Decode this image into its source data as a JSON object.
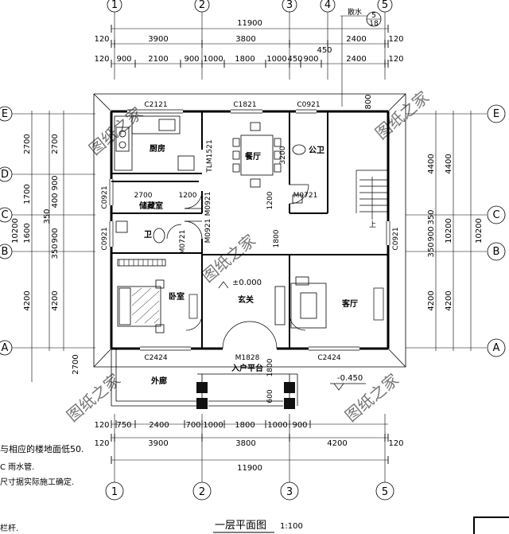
{
  "overall": {
    "top": "11900",
    "bottom": "11900",
    "left": "10200",
    "right": "10200"
  },
  "grid_axes_x": [
    "1",
    "2",
    "3",
    "4",
    "5"
  ],
  "grid_axes_y": [
    "E",
    "D",
    "C",
    "B",
    "A"
  ],
  "top_dims_row1": [
    "120",
    "3900",
    "3800",
    "2400",
    "120"
  ],
  "top_dims_row2": [
    "120",
    "900",
    "2100",
    "900",
    "1000",
    "1800",
    "1000",
    "450",
    "900",
    "2400",
    "120"
  ],
  "top_dims_extra": [
    "450"
  ],
  "bottom_dims_row1": [
    "120",
    "750",
    "2400",
    "700",
    "1000",
    "1800",
    "1000",
    "900"
  ],
  "bottom_dims_row2": [
    "120",
    "3900",
    "3800",
    "4200",
    "120"
  ],
  "left_dims": [
    "2700",
    "2700",
    "1700",
    "900",
    "400",
    "1600",
    "350",
    "900",
    "350",
    "4200",
    "4200",
    "2700"
  ],
  "right_dims": [
    "4400",
    "4400",
    "10200",
    "10200",
    "350",
    "900",
    "350",
    "4200",
    "4200",
    "800"
  ],
  "rooms": {
    "kitchen": "厨房",
    "dining": "餐厅",
    "public_toilet": "公卫",
    "storage": "储藏室",
    "toilet": "卫",
    "bedroom": "卧室",
    "foyer": "玄关",
    "living": "客厅",
    "veranda": "外廊",
    "entrance_platform": "入户平台"
  },
  "openings": {
    "w_kitchen": "C2121",
    "w_dining": "C1821",
    "w_wc": "C0921",
    "w_storage": "C0921",
    "w_toilet": "C0921",
    "w_living_side": "C0921",
    "w_bedroom": "C2424",
    "w_living": "C2424",
    "door_main": "M1828",
    "door_wc": "M0721",
    "door_storage": "M0921",
    "door_bath": "M0721",
    "door_bath2": "M0921",
    "door_dining": "TLM1521"
  },
  "misc_dims": [
    "2700",
    "1200",
    "1200",
    "3200",
    "1800",
    "1800",
    "600"
  ],
  "elevations": {
    "floor": "±0.000",
    "outdoor": "-0.450"
  },
  "symbols": {
    "detail_label": "散水",
    "detail_num": "5",
    "detail_sheet": "18"
  },
  "notes": [
    "与相应的楼地面低50.",
    "C 雨水管.",
    "尺寸据实际施工确定.",
    "栏杆."
  ],
  "title": "一层平面图",
  "scale": "1:100",
  "watermark": "图纸之家",
  "stair_label": "上"
}
